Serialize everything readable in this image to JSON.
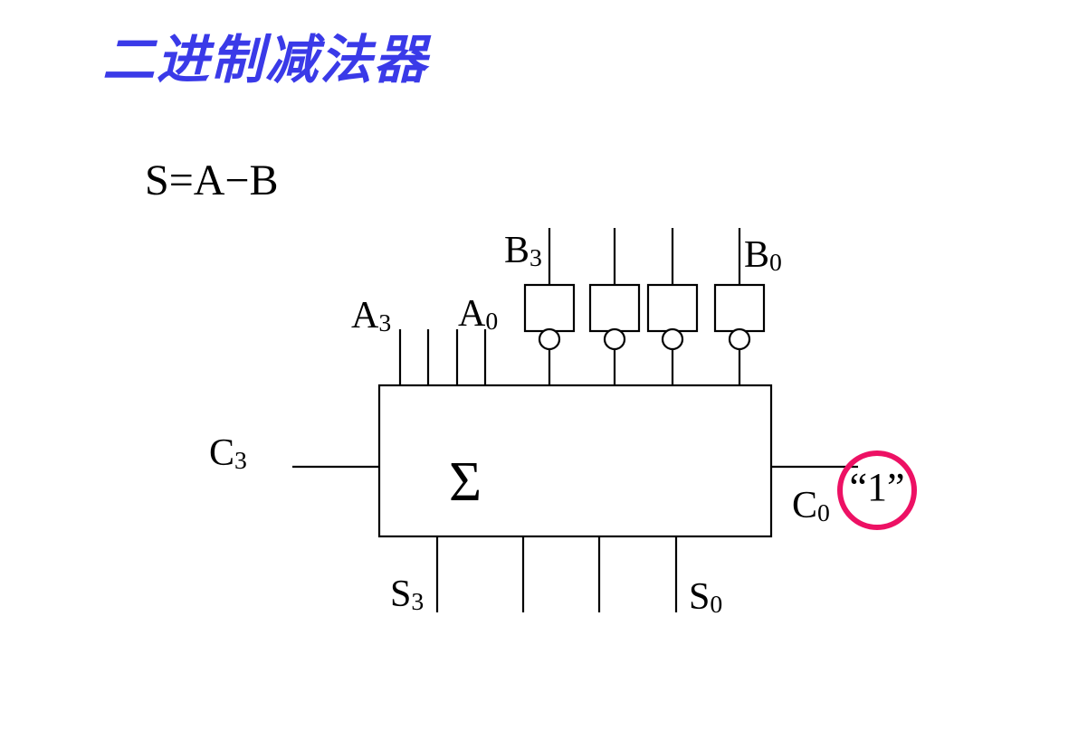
{
  "title": "二进制减法器",
  "formula": "S=A−B",
  "diagram": {
    "adder_symbol": "Σ",
    "carry_in_value": "“1”",
    "labels": {
      "a3": {
        "base": "A",
        "sub": "3"
      },
      "a0": {
        "base": "A",
        "sub": "0"
      },
      "b3": {
        "base": "B",
        "sub": "3"
      },
      "b0": {
        "base": "B",
        "sub": "0"
      },
      "c3": {
        "base": "C",
        "sub": "3"
      },
      "c0": {
        "base": "C",
        "sub": "0"
      },
      "s3": {
        "base": "S",
        "sub": "3"
      },
      "s0": {
        "base": "S",
        "sub": "0"
      }
    }
  },
  "colors": {
    "title": "#3a3ae8",
    "accent": "#ed1164",
    "line": "#000000"
  }
}
